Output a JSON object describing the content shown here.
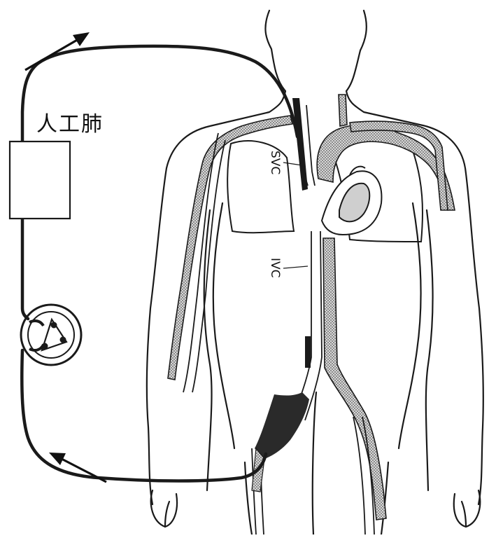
{
  "labels": {
    "oxygenator": "人工肺",
    "svc": "SVC",
    "ivc": "IVC"
  },
  "colors": {
    "line": "#1a1a1a",
    "stipple": "#8a8a8a",
    "fill": "#ffffff"
  },
  "icons": {
    "flow_arrow_top": "arrow-up-right",
    "flow_arrow_bottom": "arrow-up-left"
  }
}
